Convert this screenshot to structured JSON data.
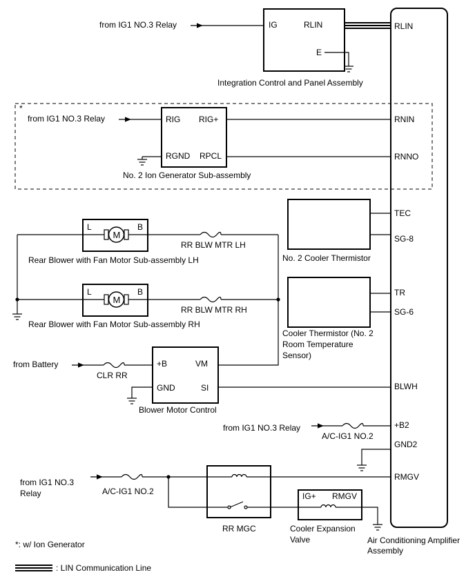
{
  "amplifier": {
    "name_line1": "Air Conditioning Amplifier",
    "name_line2": "Assembly",
    "pins": {
      "rlin": "RLIN",
      "rnin": "RNIN",
      "rnno": "RNNO",
      "tec": "TEC",
      "sg8": "SG-8",
      "tr": "TR",
      "sg6": "SG-6",
      "blwh": "BLWH",
      "b2": "+B2",
      "gnd2": "GND2",
      "rmgv": "RMGV"
    }
  },
  "integration": {
    "name": "Integration Control and Panel Assembly",
    "pin_ig": "IG",
    "pin_rlin": "RLIN",
    "pin_e": "E",
    "source": "from IG1 NO.3 Relay"
  },
  "ion_generator": {
    "marker": "*",
    "name": "No. 2 Ion Generator Sub-assembly",
    "pin_rig": "RIG",
    "pin_rig_plus": "RIG+",
    "pin_rgnd": "RGND",
    "pin_rpcl": "RPCL",
    "source": "from IG1 NO.3 Relay"
  },
  "blower_lh": {
    "name": "Rear Blower with Fan Motor Sub-assembly LH",
    "pin_l": "L",
    "pin_b": "B",
    "motor": "M",
    "fuse": "RR BLW MTR LH"
  },
  "blower_rh": {
    "name": "Rear Blower with Fan Motor Sub-assembly RH",
    "pin_l": "L",
    "pin_b": "B",
    "motor": "M",
    "fuse": "RR BLW MTR RH"
  },
  "cooler_thermistor_2": {
    "name": "No. 2 Cooler Thermistor"
  },
  "cooler_thermistor": {
    "name_line1": "Cooler Thermistor (No. 2",
    "name_line2": "Room Temperature",
    "name_line3": "Sensor)"
  },
  "blower_control": {
    "name": "Blower Motor Control",
    "pin_b": "+B",
    "pin_vm": "VM",
    "pin_gnd": "GND",
    "pin_si": "SI",
    "source": "from Battery",
    "fuse": "CLR RR"
  },
  "b2_supply": {
    "source": "from IG1 NO.3 Relay",
    "fuse": "A/C-IG1 NO.2"
  },
  "rmgv_supply": {
    "source_line1": "from IG1 NO.3",
    "source_line2": "Relay",
    "fuse": "A/C-IG1 NO.2"
  },
  "rr_mgc": {
    "name": "RR MGC"
  },
  "expansion_valve": {
    "name_line1": "Cooler Expansion",
    "name_line2": "Valve",
    "pin_ig": "IG+",
    "pin_rmgv": "RMGV"
  },
  "footnote": "*: w/ Ion Generator",
  "legend": {
    "lin": ": LIN Communication Line"
  }
}
